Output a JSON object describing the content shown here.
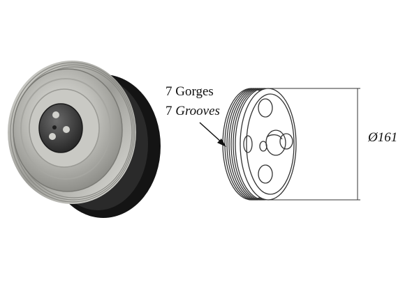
{
  "labels": {
    "gorges": "7 Gorges",
    "grooves_number": "7 ",
    "grooves_word": "Grooves",
    "diameter": "Ø161"
  },
  "colors": {
    "background": "#ffffff",
    "belt_ring": "#141414",
    "pulley_metal": "#b9b9b4",
    "line_drawing": "#333333"
  }
}
